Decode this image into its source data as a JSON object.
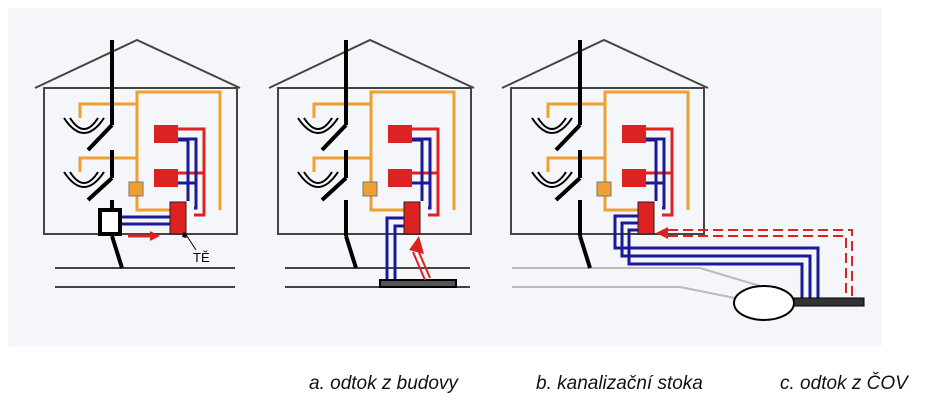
{
  "figure": {
    "te_label": "TĚ",
    "captions": {
      "a": "a. odtok z budovy",
      "b": "b. kanalizační stoka",
      "c": "c. odtok z ČOV"
    }
  },
  "colors": {
    "background_panel": "#f4f6f9",
    "house_outline": "#444444",
    "drain_pipe": "#000000",
    "cold_water_pipe": "#f0a030",
    "hot_water_pipe": "#dd2222",
    "return_pipe": "#1a1a99",
    "heater": "#dd2222",
    "small_fixture": "#f0a030",
    "arrow": "#dd2222"
  },
  "icons": [
    "sink-icon",
    "radiator-icon",
    "heat-exchanger-icon",
    "arrow-icon",
    "treatment-tank-icon"
  ]
}
